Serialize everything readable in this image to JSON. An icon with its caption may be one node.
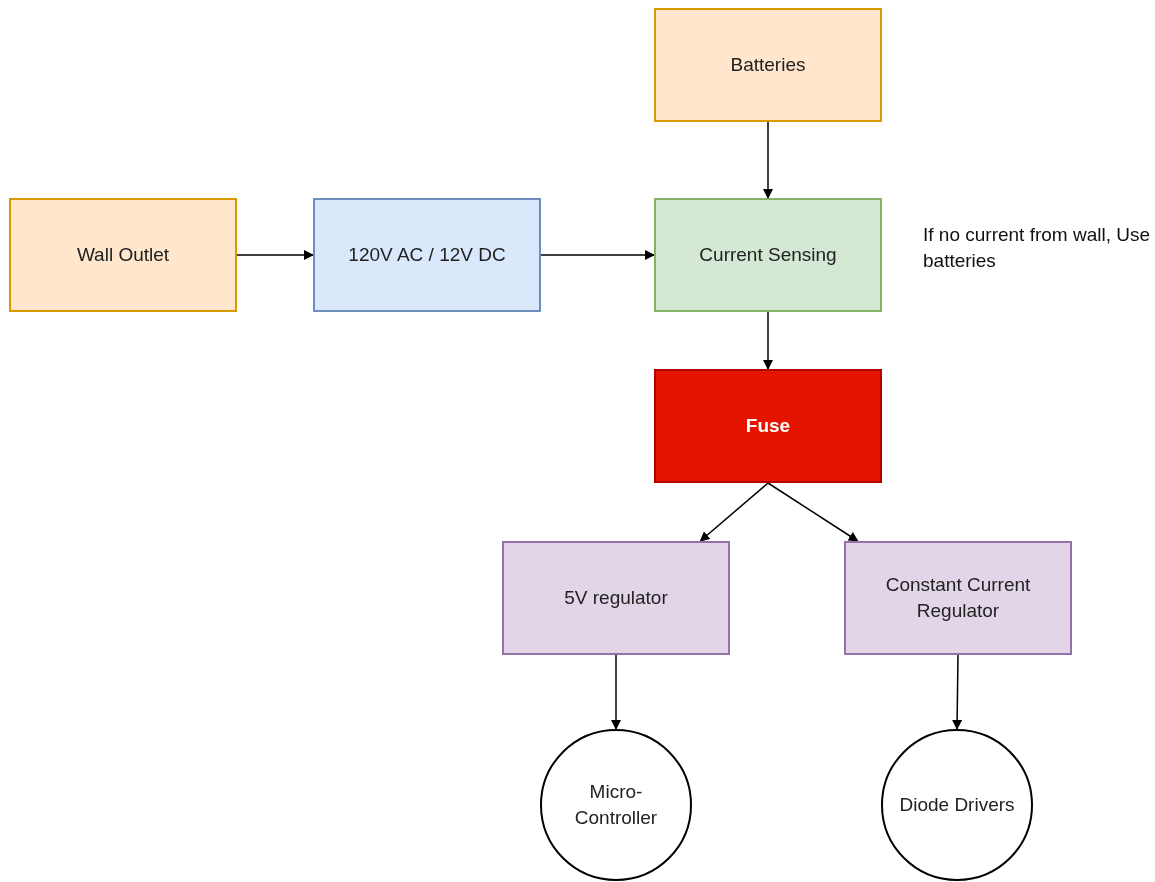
{
  "diagram": {
    "nodes": [
      {
        "text": [
          "Batteries"
        ]
      },
      {
        "text": [
          "Wall Outlet"
        ]
      },
      {
        "text": [
          "120V AC / 12V DC"
        ]
      },
      {
        "text": [
          "Current Sensing"
        ]
      },
      {
        "text": [
          "Fuse"
        ]
      },
      {
        "text": [
          "5V regulator"
        ]
      },
      {
        "text": [
          "Constant Current Regulator"
        ]
      },
      {
        "text": [
          "Micro-Controller"
        ]
      },
      {
        "text": [
          "Diode Drivers"
        ]
      }
    ],
    "edges": [
      {
        "from": 0,
        "to": 3,
        "arrow": "to"
      },
      {
        "from": 1,
        "to": 2,
        "arrow": "to"
      },
      {
        "from": 2,
        "to": 3,
        "arrow": "to"
      },
      {
        "from": 3,
        "to": 4,
        "arrow": "to"
      },
      {
        "from": 4,
        "to": 5,
        "arrow": "to"
      },
      {
        "from": 4,
        "to": 6,
        "arrow": "to"
      },
      {
        "from": 5,
        "to": 7,
        "arrow": "to"
      },
      {
        "from": 6,
        "to": 8,
        "arrow": "to"
      }
    ],
    "labels": [
      "If no current from wall, Use batteries"
    ]
  }
}
